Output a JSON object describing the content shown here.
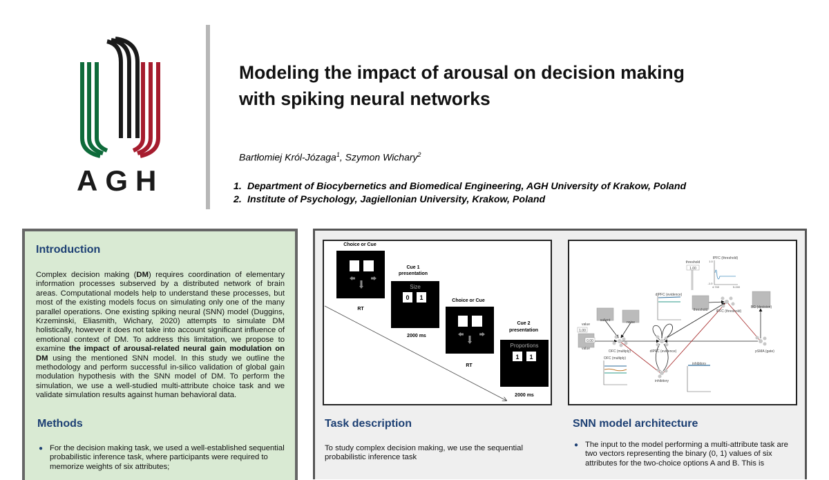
{
  "logo": {
    "text": "AGH",
    "colors": {
      "green": "#0e6b3a",
      "black": "#1a1a1a",
      "red": "#a61c2e"
    }
  },
  "header": {
    "title_line1": "Modeling the impact of arousal on decision making",
    "title_line2": "with spiking neural networks",
    "author1": "Bartłomiej Król-Józaga",
    "author1_sup": "1",
    "author_sep": ", ",
    "author2": "Szymon Wichary",
    "author2_sup": "2",
    "affiliations": [
      {
        "num": "1.",
        "text": "Department of Biocybernetics and Biomedical Engineering, AGH University of Krakow, Poland"
      },
      {
        "num": "2.",
        "text": "Institute of Psychology, Jagiellonian University, Krakow, Poland"
      }
    ]
  },
  "introduction": {
    "heading": "Introduction",
    "p1": "Complex decision making (",
    "p1_bold": "DM",
    "p2": ") requires coordination of elementary information processes subserved by a distributed network of brain areas. Computational models help to understand these processes, but most of the existing models focus on simulating only one of the many parallel operations. One existing spiking neural (SNN) model (Duggins, Krzeminski, Eliasmith, Wichary, 2020) attempts to simulate DM holistically, however it does not take into account significant influence of emotional context of DM. To address this limitation, we propose to examine ",
    "p2_bold": "the impact of  arousal-related neural gain modulation on DM",
    "p3": " using the mentioned SNN model. In this study we outline the methodology and perform successful in-silico validation of global gain modulation hypothesis with the SNN model of DM. To perform the simulation, we use a well-studied multi-attribute choice task and we validate simulation results against human behavioral data."
  },
  "methods": {
    "heading": "Methods",
    "bullets": [
      "For the decision making task, we used a well-established sequential probabilistic inference task, where participants were required to memorize weights of six attributes;"
    ]
  },
  "task_description": {
    "heading": "Task description",
    "text": "To study complex decision making, we use the sequential probabilistic inference task",
    "figure": {
      "screen1_title": "Choice or Cue",
      "screen1_time": "RT",
      "screen2_title_l1": "Cue 1",
      "screen2_title_l2": "presentation",
      "screen2_attribute": "Size",
      "screen2_values": [
        "0",
        "1"
      ],
      "screen2_time": "2000 ms",
      "screen3_title": "Choice or Cue",
      "screen3_time": "RT",
      "screen4_title_l1": "Cue 2",
      "screen4_title_l2": "presentation",
      "screen4_attribute": "Proportions",
      "screen4_values": [
        "1",
        "1"
      ],
      "screen4_time": "2000 ms"
    }
  },
  "snn_architecture": {
    "heading": "SNN model architecture",
    "bullets": [
      "The input to the model performing a multi-attribute task are two vectors representing the binary (0, 1) values of six attributes for the two-choice options A and B. This is"
    ],
    "figure": {
      "value_label": "value",
      "value_slider": "1.00",
      "value_readout": "0.00",
      "value_node": "value",
      "salient": "salient",
      "noise": "noise",
      "ofc": "OFC (multiply)",
      "dlpfc": "dlPFC (evidence)",
      "inhibitory": "inhibitory",
      "threshold_label": "threshold",
      "threshold_slider": "1.00",
      "threshold_node": "threshold",
      "lpfc": "lPFC (threshold)",
      "bg": "BG (decision)",
      "psma": "pSMA (gate)",
      "plot_lpfc_title": "lPFC (threshold)",
      "plot_dlpfc_title": "dlPFC (evidence)",
      "plot_ofc_title": "OFC (multiply)",
      "plot_inhib_title": "inhibitory",
      "axis_ymax": "1.0",
      "axis_ymin": "-1.0",
      "axis_xmin": "4.740",
      "axis_xmax": "5.240"
    }
  }
}
